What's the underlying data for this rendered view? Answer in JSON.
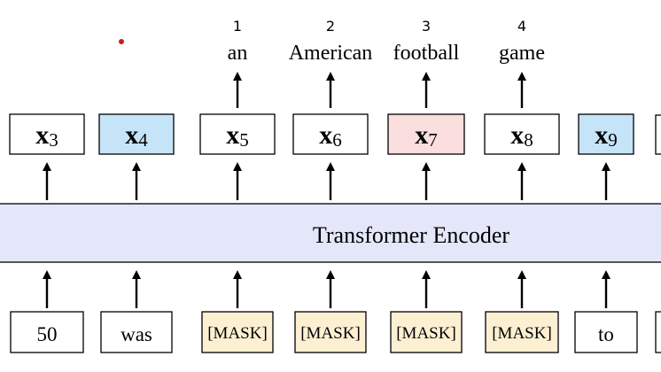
{
  "colors": {
    "encoder_fill": "#e4e6fa",
    "masked_input_fill": "#fdf0d2",
    "blue_output_fill": "#c6e4f8",
    "pink_output_fill": "#fbdede",
    "white": "#ffffff",
    "dot": "#c81e1e"
  },
  "encoder": {
    "label": "Transformer Encoder"
  },
  "columns": [
    {
      "input": "50",
      "input_kind": "plain",
      "output_base": "x",
      "output_sub": "3",
      "output_kind": "plain",
      "target": null,
      "target_index": null
    },
    {
      "input": "was",
      "input_kind": "plain",
      "output_base": "x",
      "output_sub": "4",
      "output_kind": "blue",
      "target": null,
      "target_index": null
    },
    {
      "input": "[MASK]",
      "input_kind": "mask",
      "output_base": "x",
      "output_sub": "5",
      "output_kind": "plain",
      "target": "an",
      "target_index": "1"
    },
    {
      "input": "[MASK]",
      "input_kind": "mask",
      "output_base": "x",
      "output_sub": "6",
      "output_kind": "plain",
      "target": "American",
      "target_index": "2"
    },
    {
      "input": "[MASK]",
      "input_kind": "mask",
      "output_base": "x",
      "output_sub": "7",
      "output_kind": "pink",
      "target": "football",
      "target_index": "3"
    },
    {
      "input": "[MASK]",
      "input_kind": "mask",
      "output_base": "x",
      "output_sub": "8",
      "output_kind": "plain",
      "target": "game",
      "target_index": "4"
    },
    {
      "input": "to",
      "input_kind": "plain",
      "output_base": "x",
      "output_sub": "9",
      "output_kind": "blue",
      "target": null,
      "target_index": null
    }
  ]
}
